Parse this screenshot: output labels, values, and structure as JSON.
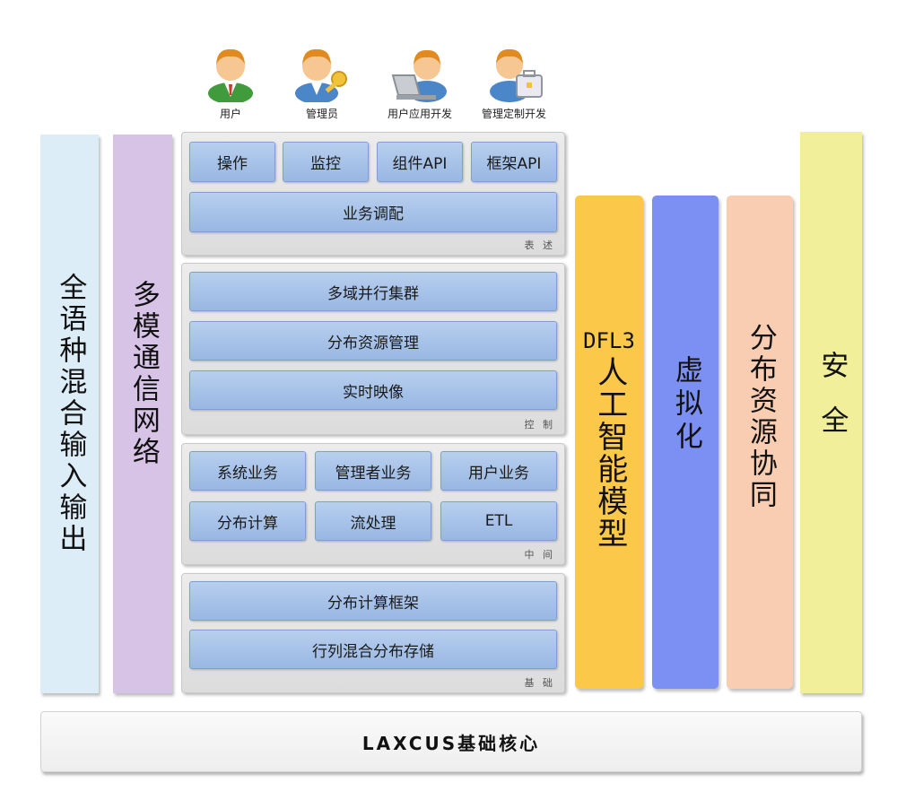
{
  "users": [
    {
      "label": "用户",
      "icon": "user-icon"
    },
    {
      "label": "管理员",
      "icon": "admin-key-icon"
    },
    {
      "label": "用户应用开发",
      "icon": "laptop-user-icon"
    },
    {
      "label": "管理定制开发",
      "icon": "briefcase-user-icon"
    }
  ],
  "left_columns": [
    {
      "label": "全语种混合输入输出",
      "color": "#dcedf8"
    },
    {
      "label": "多模通信网络",
      "color": "#d6c3e6"
    }
  ],
  "layers": [
    {
      "label": "表 述",
      "rows": [
        [
          "操作",
          "监控",
          "组件API",
          "框架API"
        ],
        [
          "业务调配"
        ]
      ]
    },
    {
      "label": "控 制",
      "rows": [
        [
          "多域并行集群"
        ],
        [
          "分布资源管理"
        ],
        [
          "实时映像"
        ]
      ]
    },
    {
      "label": "中 间",
      "rows": [
        [
          "系统业务",
          "管理者业务",
          "用户业务"
        ],
        [
          "分布计算",
          "流处理",
          "ETL"
        ]
      ]
    },
    {
      "label": "基 础",
      "rows": [
        [
          "分布计算框架"
        ],
        [
          "行列混合分布存储"
        ]
      ]
    }
  ],
  "right_columns": [
    {
      "title": "DFL3",
      "label": "人工智能模型",
      "color": "#fcc84a"
    },
    {
      "title": "",
      "label": "虚拟化",
      "color": "#7c8ff2"
    },
    {
      "title": "",
      "label": "分布资源协同",
      "color": "#f8cdb1"
    },
    {
      "title": "",
      "label": "安全",
      "color": "#f1ef9a"
    }
  ],
  "base": {
    "label": "LAXCUS基础核心"
  }
}
